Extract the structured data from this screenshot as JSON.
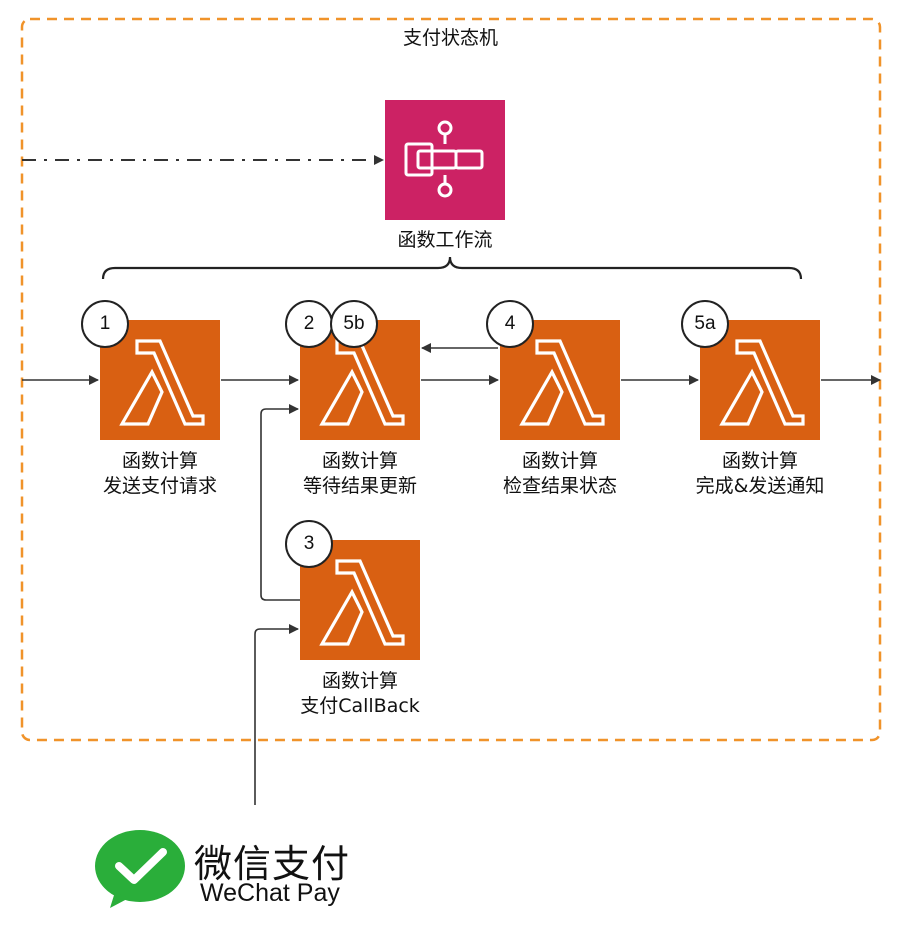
{
  "title": "支付状态机",
  "workflow": {
    "label": "函数工作流",
    "icon": "step-functions-workflow-icon",
    "color": "#cc2264"
  },
  "lambda_color": "#d96012",
  "boundary_color": "#f0932a",
  "nodes": [
    {
      "id": "send",
      "badge": "1",
      "line1": "函数计算",
      "line2": "发送支付请求"
    },
    {
      "id": "wait",
      "badge": "2",
      "badge2": "5b",
      "line1": "函数计算",
      "line2": "等待结果更新"
    },
    {
      "id": "check",
      "badge": "4",
      "line1": "函数计算",
      "line2": "检查结果状态"
    },
    {
      "id": "complete",
      "badge": "5a",
      "line1": "函数计算",
      "line2": "完成&发送通知"
    },
    {
      "id": "callback",
      "badge": "3",
      "line1": "函数计算",
      "line2": "支付CallBack"
    }
  ],
  "wechat": {
    "cn": "微信支付",
    "en": "WeChat Pay",
    "icon": "wechat-pay-logo",
    "color": "#2aae3a"
  }
}
